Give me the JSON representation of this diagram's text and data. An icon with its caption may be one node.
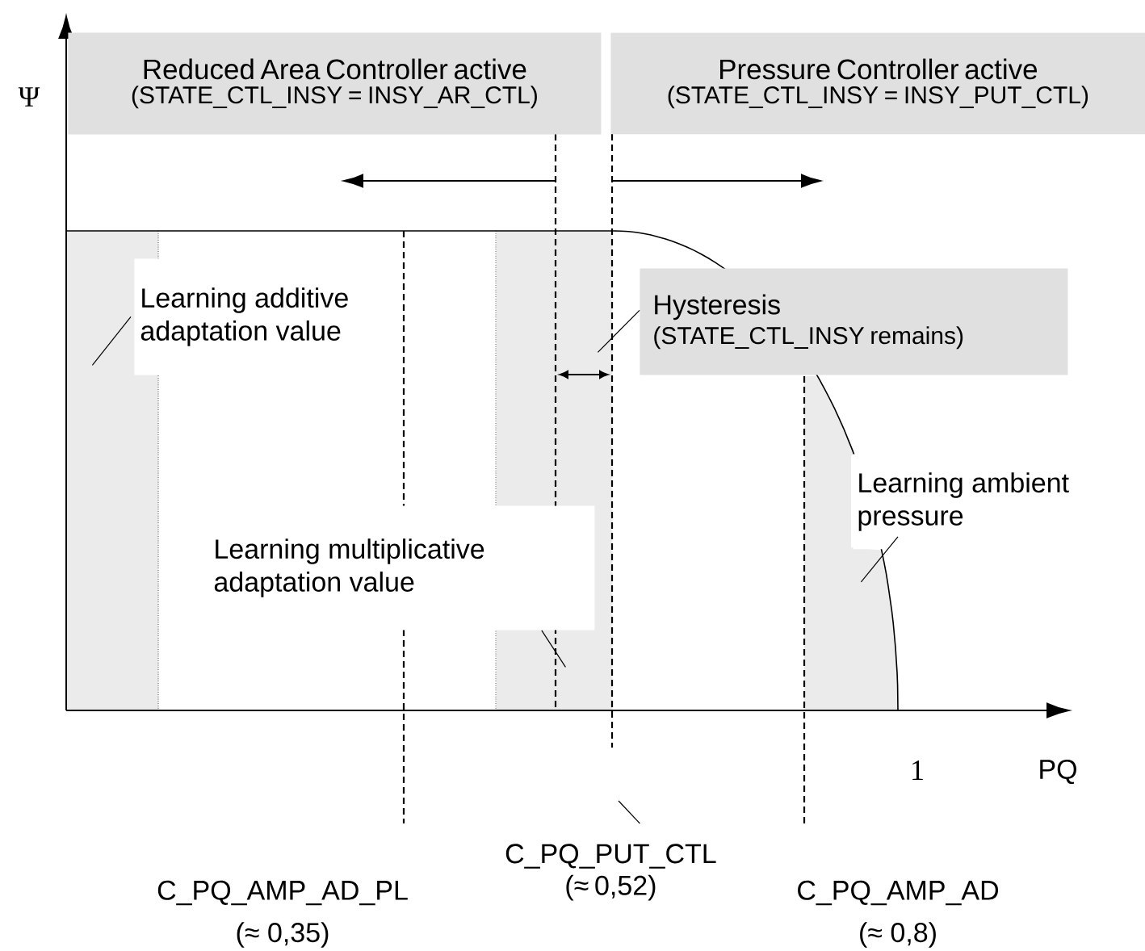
{
  "diagram": {
    "nodes": [
      {
        "text": [
          "Reduced Area Controller active",
          "(STATE_CTL_INSY = INSY_AR_CTL)"
        ]
      },
      {
        "text": [
          "Pressure Controller active",
          "(STATE_CTL_INSY = INSY_PUT_CTL)"
        ]
      },
      {
        "text": [
          "Learning additive adaptation value"
        ]
      },
      {
        "text": [],
        "shape": "box"
      },
      {
        "text": [],
        "shape": "box"
      },
      {
        "text": [],
        "shape": "box"
      },
      {
        "text": [
          "Hysteresis",
          "(STATE_CTL_INSY remains)"
        ]
      },
      {
        "text": [
          "Learning multiplicative adaptation value"
        ]
      },
      {
        "text": [
          "Learning ambient pressure"
        ]
      },
      {
        "text": [
          "C_PQ_PUT_CTL",
          "(≈ 0,52)"
        ]
      }
    ],
    "edges": [
      {
        "from": 2,
        "to": 3,
        "arrow": "none"
      },
      {
        "from": 6,
        "to": 4,
        "arrow": "none"
      },
      {
        "from": 7,
        "to": 4,
        "arrow": "none"
      },
      {
        "from": 8,
        "to": 5,
        "arrow": "none"
      },
      {
        "from": 9,
        "to": null,
        "arrow": "none"
      }
    ],
    "labels": [
      "Ψ",
      "1",
      "PQ",
      "C_PQ_AMP_AD_PL",
      "C_PQ_AMP_AD",
      "(≈ 0,35)",
      "(≈ 0,8)"
    ]
  }
}
